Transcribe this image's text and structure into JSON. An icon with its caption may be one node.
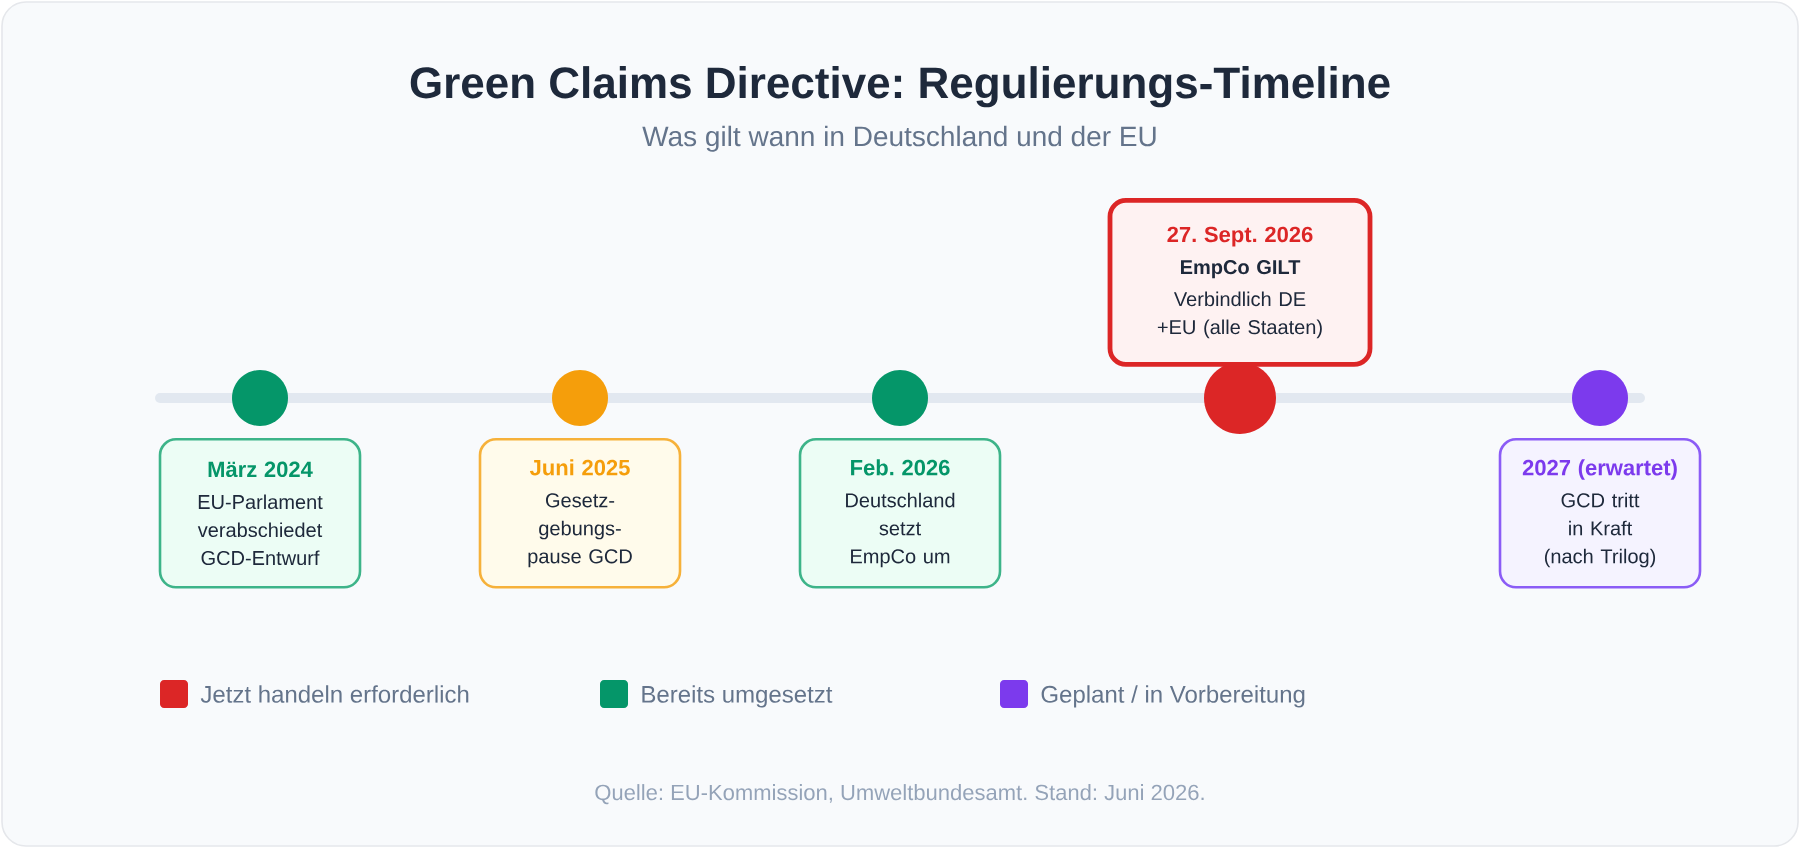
{
  "diagram": {
    "title": "Green Claims Directive: Regulierungs-Timeline",
    "caption": "Quelle: EU-Kommission, Umweltbundesamt. Stand: Juni 2026.",
    "nodes": [
      {
        "text": [
          "März 2024",
          "EU-Parlament verabschiedet GCD-Entwurf"
        ]
      },
      {
        "text": [
          "Juni 2025",
          "Gesetz- gebungs- pause GCD"
        ]
      },
      {
        "text": [
          "Feb. 2026",
          "Deutschland setzt EmpCo um"
        ]
      },
      {
        "text": [
          "27. Sept. 2026",
          "EmpCo GILT",
          "Verbindlich DE +EU (alle Staaten)"
        ]
      },
      {
        "text": [
          "2027 (erwartet)",
          "GCD tritt in Kraft (nach Trilog)"
        ]
      }
    ],
    "labels": [
      "Was gilt wann in Deutschland und der EU"
    ],
    "legend": [
      {
        "text": "Jetzt handeln erforderlich",
        "color": "#dc2626"
      },
      {
        "text": "Bereits umgesetzt",
        "color": "#059669"
      },
      {
        "text": "Geplant / in Vorbereitung",
        "color": "#7c3aed"
      }
    ]
  }
}
